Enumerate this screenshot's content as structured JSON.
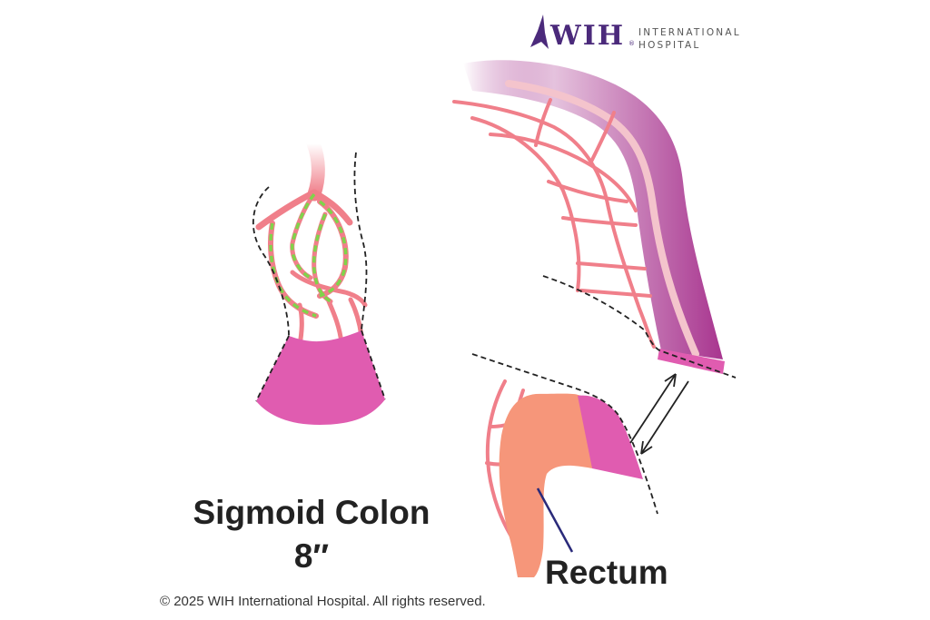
{
  "logo": {
    "brand": "WIH",
    "line1": "INTERNATIONAL",
    "line2": "HOSPITAL",
    "registered": "®",
    "brand_color": "#4b2a7b"
  },
  "labels": {
    "sigmoid_colon": "Sigmoid Colon",
    "length": "8″",
    "rectum": "Rectum"
  },
  "copyright": "© 2025 WIH International Hospital. All rights reserved.",
  "colors": {
    "colon": "#a8358f",
    "colon_light": "#e05cb0",
    "vessel": "#f07f8a",
    "vessel_light": "#f8b4bb",
    "rectum": "#f6967a",
    "ligature": "#7fd44a",
    "pointer_line": "#2a2a7a"
  }
}
